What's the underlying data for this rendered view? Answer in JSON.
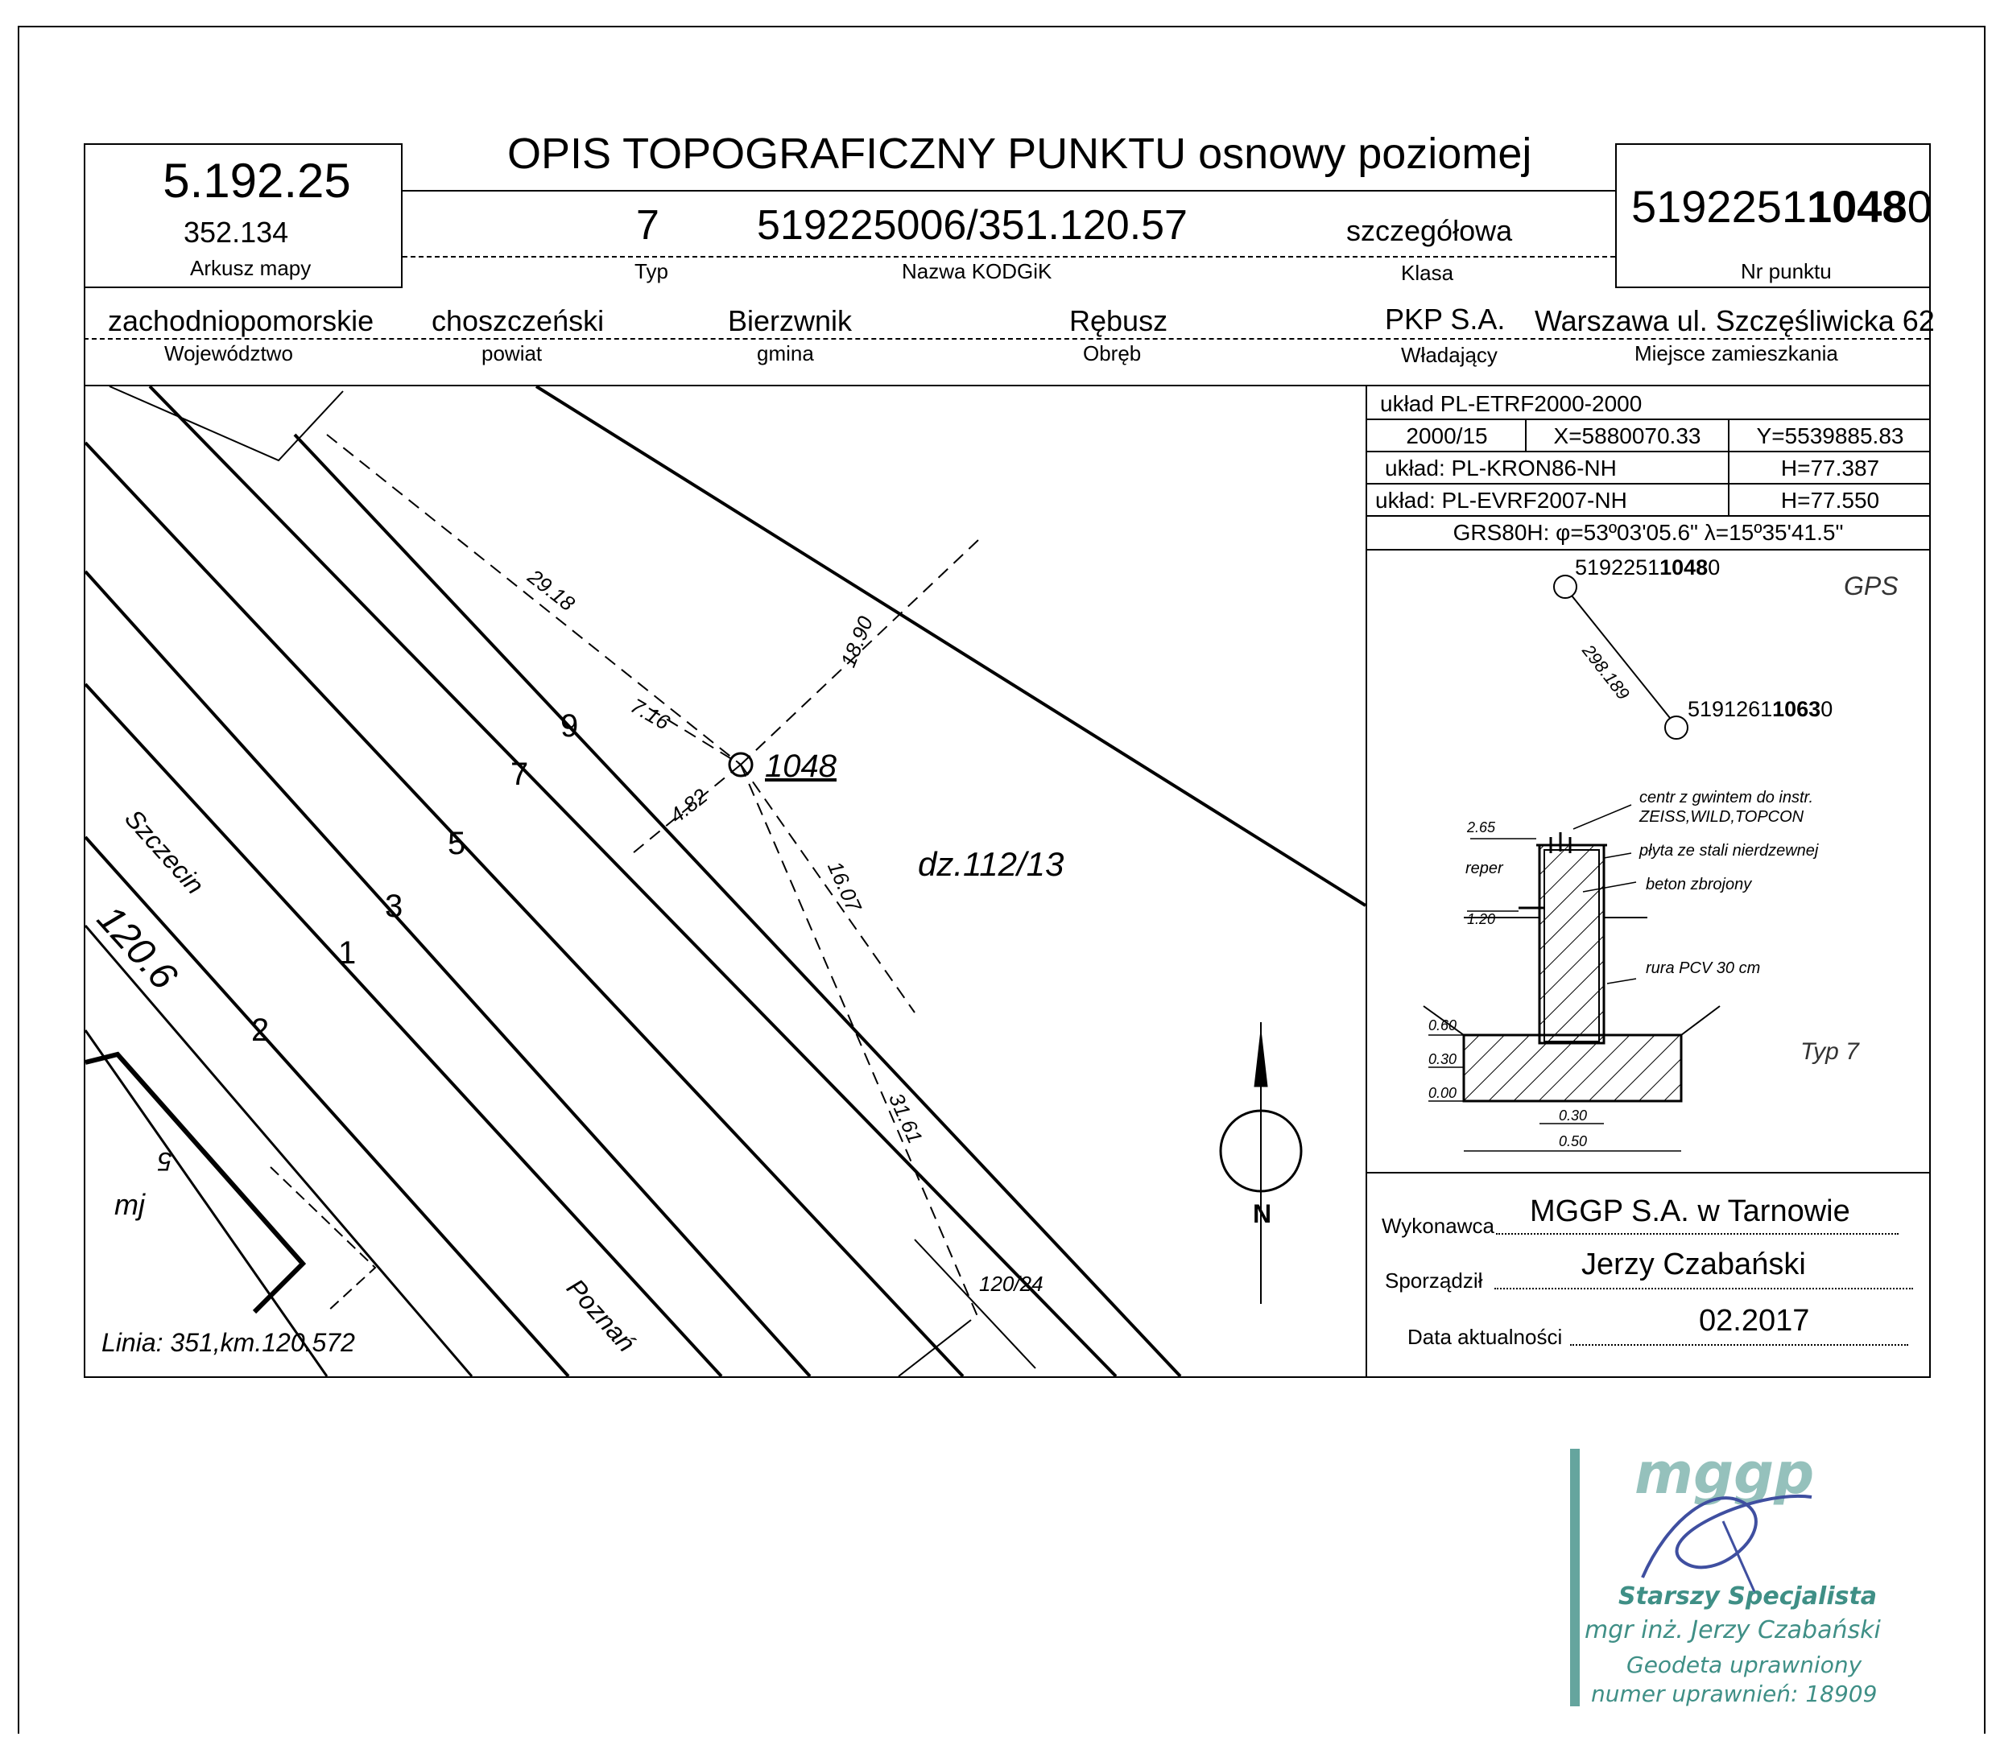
{
  "header": {
    "title": "OPIS TOPOGRAFICZNY PUNKTU osnowy poziomej",
    "sheet_number": "5.192.25",
    "sheet_sub": "352.134",
    "sheet_label": "Arkusz mapy",
    "type_value": "7",
    "type_label": "Typ",
    "kodgik_value": "519225006/351.120.57",
    "kodgik_label": "Nazwa KODGiK",
    "class_value": "szczegółowa",
    "class_label": "Klasa",
    "point_no_prefix": "5192251",
    "point_no_bold": "1048",
    "point_no_suffix": "0",
    "point_no_label": "Nr punktu"
  },
  "admin": [
    {
      "value": "zachodniopomorskie",
      "label": "Województwo"
    },
    {
      "value": "choszczeński",
      "label": "powiat"
    },
    {
      "value": "Bierzwnik",
      "label": "gmina"
    },
    {
      "value": "Rębusz",
      "label": "Obręb"
    },
    {
      "value": "PKP S.A.",
      "label": "Władający"
    },
    {
      "value": "Warszawa ul. Szczęśliwicka 62",
      "label": "Miejsce zamieszkania"
    }
  ],
  "coords": {
    "system1": "układ PL-ETRF2000-2000",
    "zone": "2000/15",
    "x": "X=5880070.33",
    "y": "Y=5539885.83",
    "system2": "układ: PL-KRON86-NH",
    "h1": "H=77.387",
    "system3": "układ: PL-EVRF2007-NH",
    "h2": "H=77.550",
    "grs": "GRS80H: φ=53º03'05.6\" λ=15º35'41.5\""
  },
  "gps": {
    "p1_prefix": "5192251",
    "p1_bold": "1048",
    "p1_suffix": "0",
    "p2_prefix": "5191261",
    "p2_bold": "1063",
    "p2_suffix": "0",
    "distance": "298.189",
    "label": "GPS"
  },
  "section": {
    "centr": "centr z gwintem do instr.",
    "instr": "ZEISS,WILD,TOPCON",
    "plate": "płyta ze stali nierdzewnej",
    "concrete": "beton zbrojony",
    "pipe": "rura PCV 30 cm",
    "reper": "reper",
    "l265": "2.65",
    "l120": "1.20",
    "l060": "0.60",
    "l030": "0.30",
    "l000": "0.00",
    "w030": "0.30",
    "w050": "0.50",
    "typ": "Typ 7"
  },
  "map": {
    "point": "1048",
    "parcel": "dz.112/13",
    "d1": "29.18",
    "d2": "7.16",
    "d3": "18.90",
    "d4": "4.82",
    "d5": "16.07",
    "d6": "31.61",
    "km": "120.6",
    "km2": "120/24",
    "szczecin": "Szczecin",
    "poznan": "Poznań",
    "linia": "Linia: 351,km.120.572",
    "mj": "mj",
    "five": "5",
    "tracks": [
      "9",
      "7",
      "5",
      "3",
      "1",
      "2"
    ],
    "north": "N"
  },
  "footer": {
    "contractor_label": "Wykonawca",
    "contractor": "MGGP S.A.  w Tarnowie",
    "author_label": "Sporządził",
    "author": "Jerzy Czabański",
    "date_label": "Data aktualności",
    "date": "02.2017"
  },
  "stamp": {
    "logo": "mggp",
    "l1": "Starszy Specjalista",
    "l2": "mgr inż. Jerzy Czabański",
    "l3": "Geodeta uprawniony",
    "l4": "numer uprawnień: 18909",
    "color": "#3f8f86"
  }
}
